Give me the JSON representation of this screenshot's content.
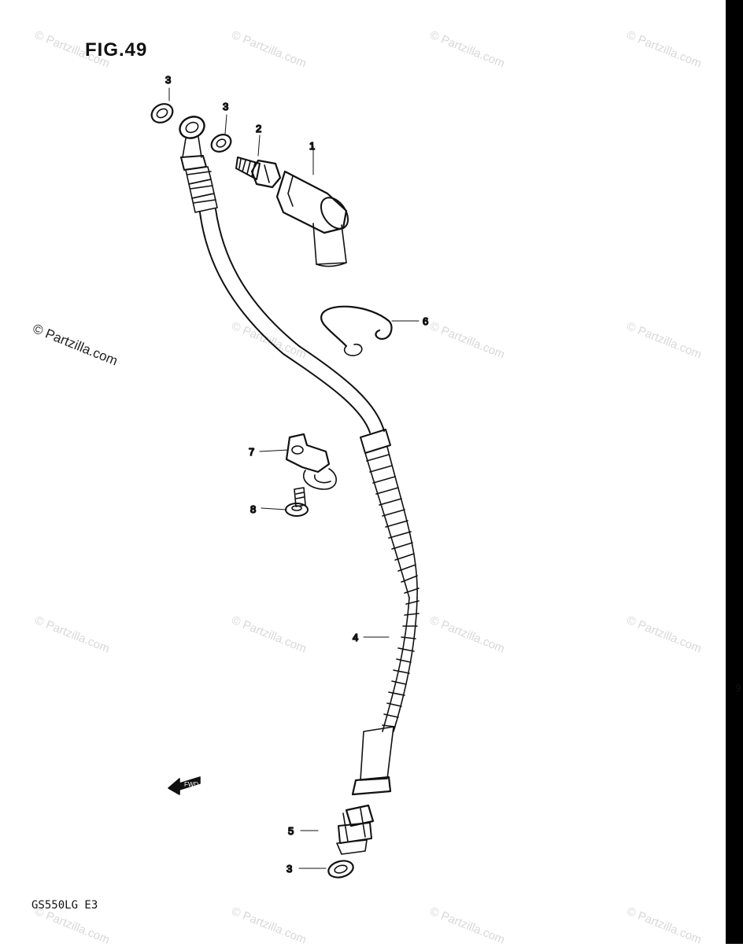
{
  "figure": {
    "title": "FIG.49",
    "model_code": "GS550LG E3",
    "copyright": "© Partzilla.com",
    "watermark": "© Partzilla.com",
    "edge_mark": "9",
    "front_arrow_label": "FWD"
  },
  "callouts": {
    "c1": "1",
    "c2": "2",
    "c3a": "3",
    "c3b": "3",
    "c3c": "3",
    "c4": "4",
    "c5": "5",
    "c6": "6",
    "c7": "7",
    "c8": "8"
  }
}
